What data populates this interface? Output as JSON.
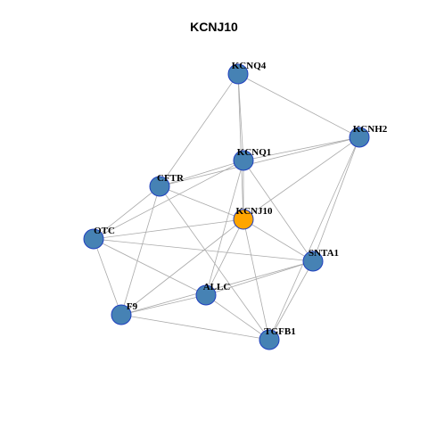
{
  "title": "KCNJ10",
  "colors": {
    "node_default": "#4682b4",
    "node_highlight": "#ffa500",
    "node_border": "#1f3fbf",
    "edge": "#aaaaaa"
  },
  "nodes": [
    {
      "id": "KCNQ4",
      "label": "KCNQ4",
      "highlight": false
    },
    {
      "id": "KCNH2",
      "label": "KCNH2",
      "highlight": false
    },
    {
      "id": "KCNQ1",
      "label": "KCNQ1",
      "highlight": false
    },
    {
      "id": "CFTR",
      "label": "CFTR",
      "highlight": false
    },
    {
      "id": "KCNJ10",
      "label": "KCNJ10",
      "highlight": true
    },
    {
      "id": "OTC",
      "label": "OTC",
      "highlight": false
    },
    {
      "id": "SNTA1",
      "label": "SNTA1",
      "highlight": false
    },
    {
      "id": "ALLC",
      "label": "ALLC",
      "highlight": false
    },
    {
      "id": "F9",
      "label": "F9",
      "highlight": false
    },
    {
      "id": "TGFB1",
      "label": "TGFB1",
      "highlight": false
    }
  ],
  "edges": [
    [
      "KCNQ4",
      "KCNH2"
    ],
    [
      "KCNQ4",
      "KCNQ1"
    ],
    [
      "KCNQ4",
      "KCNJ10"
    ],
    [
      "KCNQ4",
      "CFTR"
    ],
    [
      "KCNH2",
      "KCNQ1"
    ],
    [
      "KCNH2",
      "CFTR"
    ],
    [
      "KCNH2",
      "KCNJ10"
    ],
    [
      "KCNH2",
      "SNTA1"
    ],
    [
      "KCNH2",
      "TGFB1"
    ],
    [
      "KCNQ1",
      "CFTR"
    ],
    [
      "KCNQ1",
      "KCNJ10"
    ],
    [
      "KCNQ1",
      "OTC"
    ],
    [
      "KCNQ1",
      "ALLC"
    ],
    [
      "KCNQ1",
      "SNTA1"
    ],
    [
      "CFTR",
      "KCNJ10"
    ],
    [
      "CFTR",
      "OTC"
    ],
    [
      "CFTR",
      "F9"
    ],
    [
      "CFTR",
      "TGFB1"
    ],
    [
      "KCNJ10",
      "OTC"
    ],
    [
      "KCNJ10",
      "SNTA1"
    ],
    [
      "KCNJ10",
      "ALLC"
    ],
    [
      "KCNJ10",
      "F9"
    ],
    [
      "KCNJ10",
      "TGFB1"
    ],
    [
      "OTC",
      "SNTA1"
    ],
    [
      "OTC",
      "ALLC"
    ],
    [
      "OTC",
      "F9"
    ],
    [
      "SNTA1",
      "ALLC"
    ],
    [
      "SNTA1",
      "F9"
    ],
    [
      "SNTA1",
      "TGFB1"
    ],
    [
      "ALLC",
      "F9"
    ],
    [
      "ALLC",
      "TGFB1"
    ],
    [
      "F9",
      "TGFB1"
    ]
  ]
}
